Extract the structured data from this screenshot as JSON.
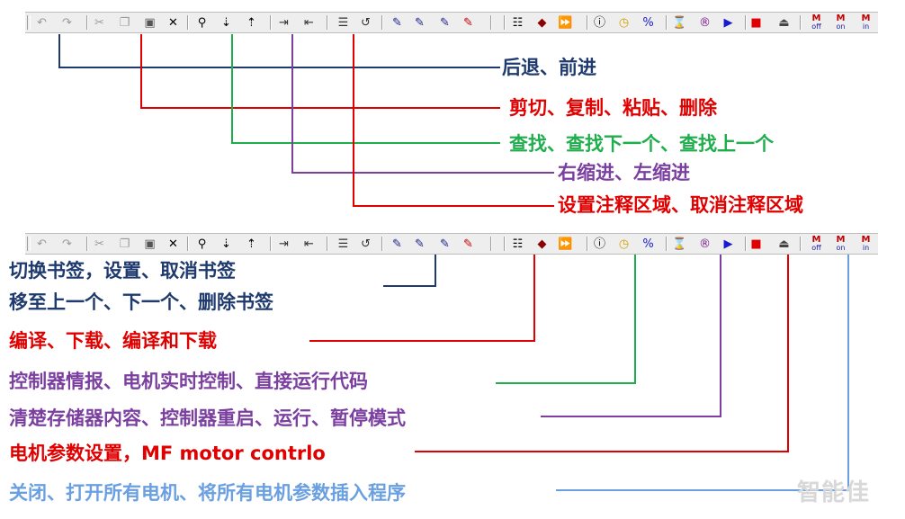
{
  "toolbar": {
    "buttons": [
      {
        "id": "back",
        "glyph": "↶",
        "color": "#9a9a9a"
      },
      {
        "id": "forward",
        "glyph": "↷",
        "color": "#9a9a9a"
      },
      {
        "id": "cut",
        "glyph": "✂",
        "color": "#9a9a9a"
      },
      {
        "id": "copy",
        "glyph": "❐",
        "color": "#9a9a9a"
      },
      {
        "id": "paste",
        "glyph": "▣",
        "color": "#555555"
      },
      {
        "id": "delete",
        "glyph": "✕",
        "color": "#000000"
      },
      {
        "id": "find",
        "glyph": "⚲",
        "color": "#000000"
      },
      {
        "id": "find-next",
        "glyph": "⇣",
        "color": "#000000"
      },
      {
        "id": "find-prev",
        "glyph": "⇡",
        "color": "#000000"
      },
      {
        "id": "indent",
        "glyph": "⇥",
        "color": "#333333"
      },
      {
        "id": "outdent",
        "glyph": "⇤",
        "color": "#333333"
      },
      {
        "id": "comment",
        "glyph": "☰",
        "color": "#333333"
      },
      {
        "id": "uncomment",
        "glyph": "↺",
        "color": "#333333"
      },
      {
        "id": "bookmark-toggle",
        "glyph": "✎",
        "color": "#1a1a8a"
      },
      {
        "id": "bookmark-prev",
        "glyph": "✎",
        "color": "#1a1a8a"
      },
      {
        "id": "bookmark-next",
        "glyph": "✎",
        "color": "#1a1a8a"
      },
      {
        "id": "bookmark-clear",
        "glyph": "✎",
        "color": "#c00000"
      },
      {
        "id": "compile",
        "glyph": "☷",
        "color": "#000000"
      },
      {
        "id": "download",
        "glyph": "◆",
        "color": "#8b0000"
      },
      {
        "id": "compile-download",
        "glyph": "⏩",
        "color": "#1a1ad0"
      },
      {
        "id": "controller-info",
        "glyph": "ⓘ",
        "color": "#000000"
      },
      {
        "id": "motor-realtime",
        "glyph": "◷",
        "color": "#d4a000"
      },
      {
        "id": "direct-run",
        "glyph": "%",
        "color": "#1a1ad0"
      },
      {
        "id": "clear-memory",
        "glyph": "⌛",
        "color": "#c00000"
      },
      {
        "id": "restart",
        "glyph": "®",
        "color": "#7a1a8a"
      },
      {
        "id": "run",
        "glyph": "▶",
        "color": "#1a1ad0"
      },
      {
        "id": "pause",
        "glyph": "■",
        "color": "#e00000"
      },
      {
        "id": "motor-params",
        "glyph": "⏏",
        "color": "#444444"
      },
      {
        "id": "motor-off",
        "type": "motor",
        "top": "M",
        "sub": "off"
      },
      {
        "id": "motor-on",
        "type": "motor",
        "top": "M",
        "sub": "on"
      },
      {
        "id": "motor-insert",
        "type": "motor",
        "top": "M",
        "sub": "in"
      }
    ]
  },
  "labels": {
    "back_forward": "后退、前进",
    "edit": "剪切、复制、粘贴、删除",
    "find": "查找、查找下一个、查找上一个",
    "indent": "右缩进、左缩进",
    "comment": "设置注释区域、取消注释区域",
    "bookmark1": "切换书签，设置、取消书签",
    "bookmark2": "移至上一个、下一个、删除书签",
    "compile": "编译、下载、编译和下载",
    "controller": "控制器情报、电机实时控制、直接运行代码",
    "memory": "清楚存储器内容、控制器重启、运行、暂停模式",
    "motor_prefix": "电机参数设置，",
    "motor_suffix": "MF motor contrlo",
    "motor_all": "关闭、打开所有电机、将所有电机参数插入程序"
  },
  "colors": {
    "navy": "#1f3a6e",
    "red": "#e00000",
    "green": "#1fae4c",
    "purple": "#7b3fa0",
    "light_blue": "#6a9fe0"
  },
  "watermark": "智能佳"
}
